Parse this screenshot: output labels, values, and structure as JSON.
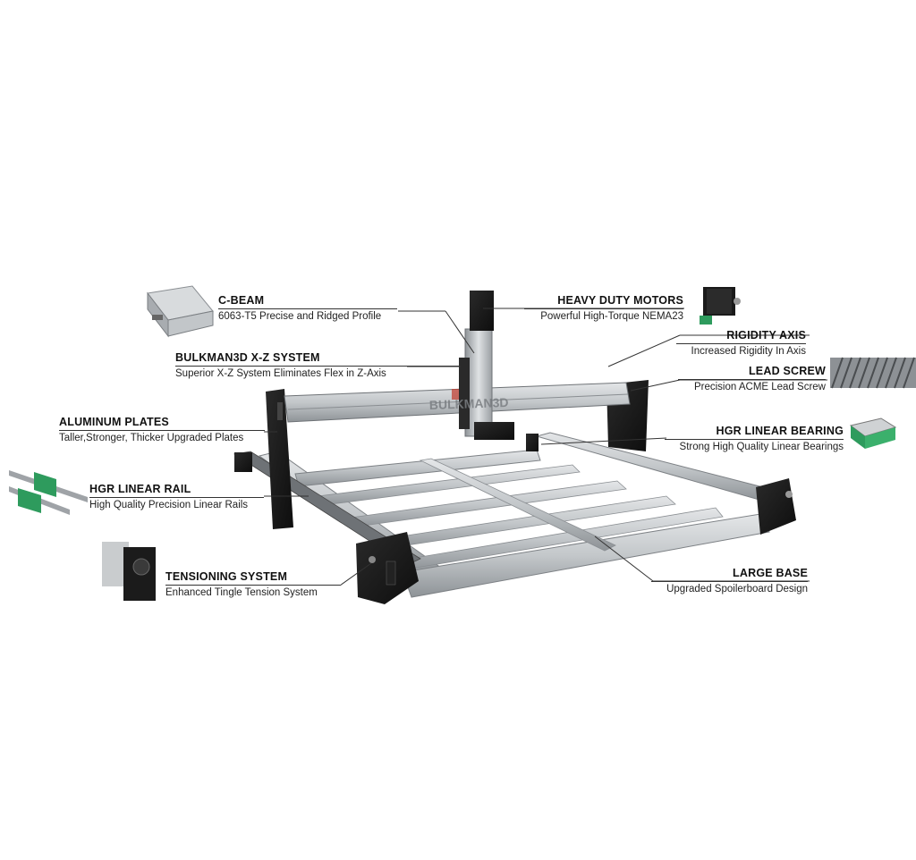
{
  "callouts": {
    "c_beam": {
      "title": "C-BEAM",
      "desc": "6063-T5 Precise and Ridged Profile"
    },
    "xz_system": {
      "title": "BULKMAN3D X-Z SYSTEM",
      "desc": "Superior X-Z System Eliminates Flex in Z-Axis"
    },
    "aluminum_plates": {
      "title": "ALUMINUM PLATES",
      "desc": "Taller,Stronger, Thicker Upgraded Plates"
    },
    "hgr_linear_rail": {
      "title": "HGR LINEAR RAIL",
      "desc": "High Quality Precision Linear Rails"
    },
    "tensioning_system": {
      "title": "TENSIONING SYSTEM",
      "desc": "Enhanced Tingle Tension System"
    },
    "heavy_duty_motors": {
      "title": "HEAVY DUTY MOTORS",
      "desc": "Powerful High-Torque NEMA23"
    },
    "rigidity_axis": {
      "title": "RIGIDITY AXIS",
      "desc": "Increased Rigidity In Axis"
    },
    "lead_screw": {
      "title": "LEAD SCREW",
      "desc": "Precision ACME Lead Screw"
    },
    "hgr_linear_bearing": {
      "title": "HGR LINEAR BEARING",
      "desc": "Strong High Quality Linear Bearings"
    },
    "large_base": {
      "title": "LARGE BASE",
      "desc": "Upgraded Spoilerboard Design"
    }
  },
  "gantry_brand": "BULKMAN3D",
  "colors": {
    "aluminum": "#c9ccce",
    "aluminum_dark": "#9a9ea2",
    "plate_black": "#1b1b1b",
    "bearing_green": "#2e9b5d",
    "text": "#111111"
  }
}
